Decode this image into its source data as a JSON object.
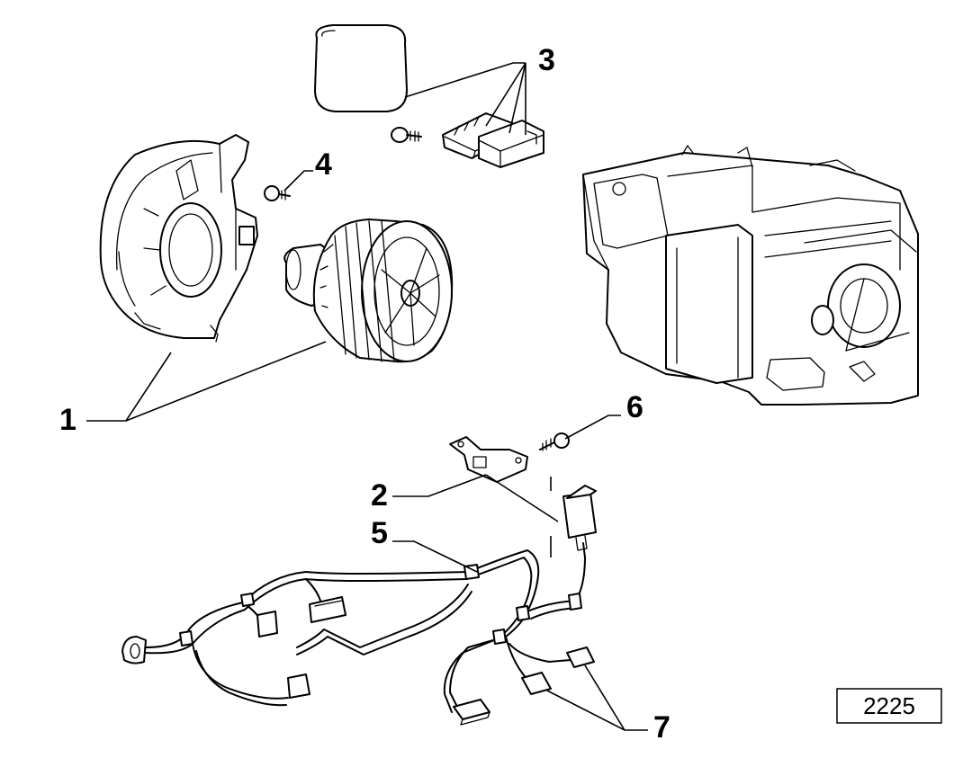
{
  "callouts": {
    "c1": "1",
    "c2": "2",
    "c3": "3",
    "c4": "4",
    "c5": "5",
    "c6": "6",
    "c7": "7"
  },
  "diagram_code": "2225"
}
